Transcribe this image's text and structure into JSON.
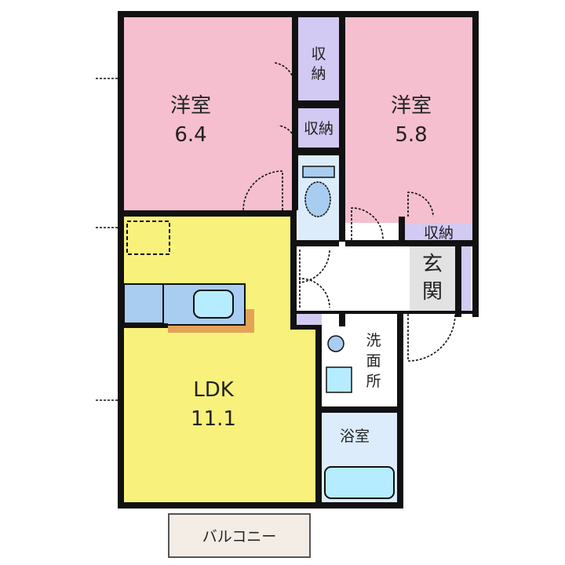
{
  "rooms": {
    "western1": {
      "name": "洋室",
      "size": "6.4"
    },
    "western2": {
      "name": "洋室",
      "size": "5.8"
    },
    "ldk": {
      "name": "LDK",
      "size": "11.1"
    },
    "closet1": {
      "line1": "収",
      "line2": "納"
    },
    "closet2": {
      "name": "収納"
    },
    "closet3": {
      "name": "収納"
    },
    "entrance": {
      "line1": "玄",
      "line2": "関"
    },
    "washroom": {
      "line1": "洗",
      "line2": "面",
      "line3": "所"
    },
    "bath": {
      "name": "浴室"
    },
    "balcony": {
      "name": "バルコニー"
    }
  },
  "colors": {
    "western": "#f5bfcf",
    "ldk": "#f8f27c",
    "storage": "#d2caf2",
    "wet": "#dcecfb",
    "fixture": "#a8cdf0",
    "entrance": "#e2e2e2",
    "counter": "#e4a257",
    "balcony": "#f4ede6"
  }
}
